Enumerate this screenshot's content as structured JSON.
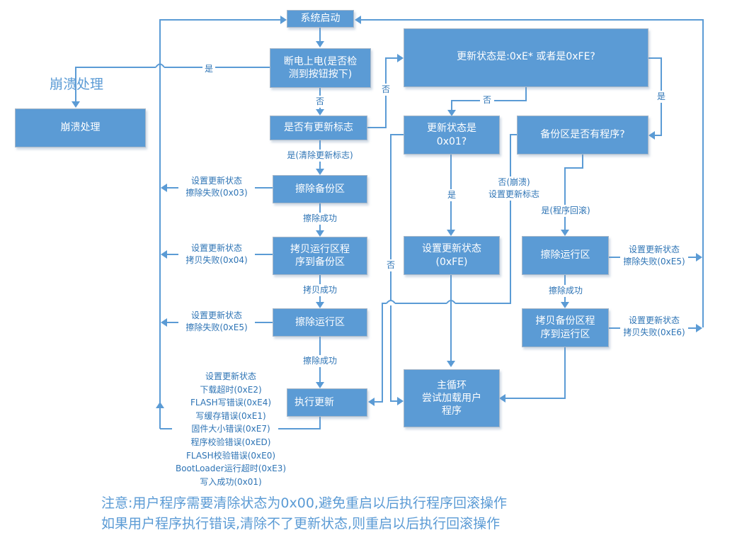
{
  "title_floating": "崩溃处理",
  "nodes": {
    "system_start": "系统启动",
    "power_cycle": "断电上电(是否检\n测到按钮按下)",
    "has_update_flag": "是否有更新标志",
    "erase_backup": "擦除备份区",
    "copy_run_to_backup": "拷贝运行区程\n序到备份区",
    "erase_run_left": "擦除运行区",
    "execute_update": "执行更新",
    "crash_handling": "崩溃处理",
    "status_is_e_or_fe": "更新状态是:0xE* 或者是0xFE?",
    "status_is_01": "更新状态是\n0x01?",
    "backup_has_program": "备份区是否有程序?",
    "set_status_fe": "设置更新状态\n(0xFE)",
    "erase_run_right": "擦除运行区",
    "copy_backup_to_run": "拷贝备份区程\n序到运行区",
    "main_loop": "主循环\n尝试加载用户\n程序"
  },
  "edge_labels": {
    "yes_to_crash": "是",
    "no_power_to_flag": "否",
    "no_flag_to_status": "否",
    "yes_clear_flag": "是(清除更新标志)",
    "erase_success_1": "擦除成功",
    "copy_success": "拷贝成功",
    "erase_success_2": "擦除成功",
    "fail_erase_backup": "设置更新状态\n擦除失败(0x03)",
    "fail_copy_backup": "设置更新状态\n拷贝失败(0x04)",
    "fail_erase_run_left": "设置更新状态\n擦除失败(0xE5)",
    "update_results": "设置更新状态\n下载超时(0xE2)\nFLASH写错误(0xE4)\n写缓存错误(0xE1)\n固件大小错误(0xE7)\n程序校验错误(0xED)\nFLASH校验错误(0xE0)\nBootLoader运行超时(0xE3)\n写入成功(0x01)",
    "no_status_e": "否",
    "yes_status_e": "是",
    "yes_status_01": "是",
    "no_status_01": "否",
    "no_backup_crash": "否(崩溃)\n设置更新标志",
    "yes_rollback": "是(程序回滚)",
    "erase_success_3": "擦除成功",
    "fail_erase_run_right": "设置更新状态\n擦除失败(0xE5)",
    "fail_copy_to_run": "设置更新状态\n拷贝失败(0xE6)"
  },
  "notes": [
    "注意:用户程序需要清除状态为0x00,避免重启以后执行程序回滚操作",
    "如果用户程序执行错误,清除不了更新状态,则重启以后执行回滚操作"
  ],
  "colors": {
    "node_fill": "#5b9bd5",
    "line": "#5b9bd5",
    "label_text": "#2e74b5"
  }
}
